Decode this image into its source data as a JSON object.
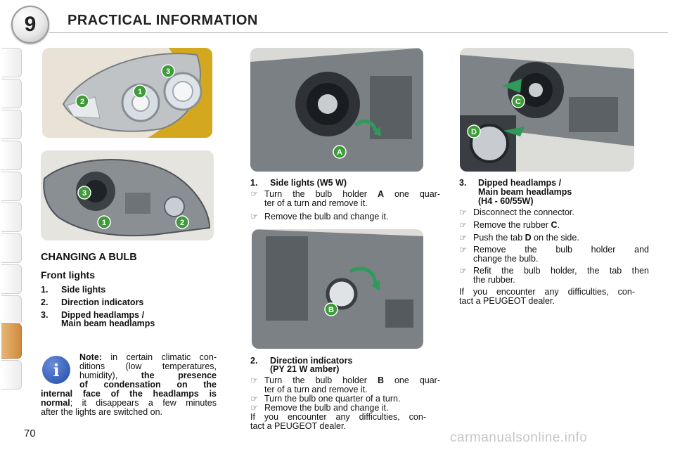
{
  "header": {
    "chapter_number": "9",
    "title": "PRACTICAL INFORMATION"
  },
  "page_number": "70",
  "watermark": "carmanualsonline.info",
  "photos": {
    "p1_labels": [
      "3",
      "2",
      "1"
    ],
    "p2_labels": [
      "3",
      "1",
      "2"
    ],
    "p3_labels": [
      "A"
    ],
    "p4_labels": [
      "C",
      "D"
    ],
    "p5_labels": [
      "B"
    ]
  },
  "left": {
    "heading": "CHANGING A BULB",
    "subheading": "Front lights",
    "items": [
      {
        "num": "1.",
        "text": "Side lights"
      },
      {
        "num": "2.",
        "text": "Direction indicators"
      },
      {
        "num": "3.",
        "text": "Dipped headlamps /",
        "text2": "Main beam headlamps"
      }
    ],
    "note": {
      "label": "Note:",
      "line1": " in certain climatic con-",
      "line2": "ditions (low temperatures,",
      "line3a": "humidity), ",
      "bold1": "the presence",
      "bold2": "of condensation on the",
      "bold3": "internal face of the headlamps is",
      "bold4": "normal",
      "rest": "; it disappears a few minutes",
      "last": "after the lights are switched on."
    }
  },
  "middle": {
    "section1": {
      "num": "1.",
      "title": "Side lights (W5 W)",
      "steps": [
        {
          "pre": "Turn the bulb holder ",
          "bold": "A",
          "post": " one quar-",
          "line2": "ter of a turn and remove it."
        },
        {
          "text": "Remove the bulb and change it."
        }
      ]
    },
    "section2": {
      "num": "2.",
      "title": "Direction indicators",
      "title2": "(PY 21 W amber)",
      "steps": [
        {
          "pre": "Turn the bulb holder ",
          "bold": "B",
          "post": " one quar-",
          "line2": "ter of a turn and remove it."
        },
        {
          "text": "Turn the bulb one quarter of a turn."
        },
        {
          "text": "Remove the bulb and change it."
        }
      ],
      "footer1": "If you encounter any difficulties, con-",
      "footer2": "tact a PEUGEOT dealer."
    }
  },
  "right": {
    "section3": {
      "num": "3.",
      "title": "Dipped headlamps /",
      "title2": "Main beam headlamps",
      "title3": "(H4 - 60/55W)",
      "steps": [
        {
          "text": "Disconnect the connector."
        },
        {
          "pre": "Remove the rubber ",
          "bold": "C",
          "post": "."
        },
        {
          "pre": "Push the tab ",
          "bold": "D",
          "post": " on the side."
        },
        {
          "text": "Remove the bulb holder and",
          "line2": "change the bulb."
        },
        {
          "text": "Refit the bulb holder, the tab then",
          "line2": "the rubber."
        }
      ],
      "footer1": "If you encounter any difficulties, con-",
      "footer2": "tact a PEUGEOT dealer."
    }
  },
  "icons": {
    "bullet": "☞",
    "info": "i"
  },
  "colors": {
    "badge_green": "#3f9a3a",
    "arrow_green": "#2f9a5a",
    "active_tab": "#d39247"
  }
}
